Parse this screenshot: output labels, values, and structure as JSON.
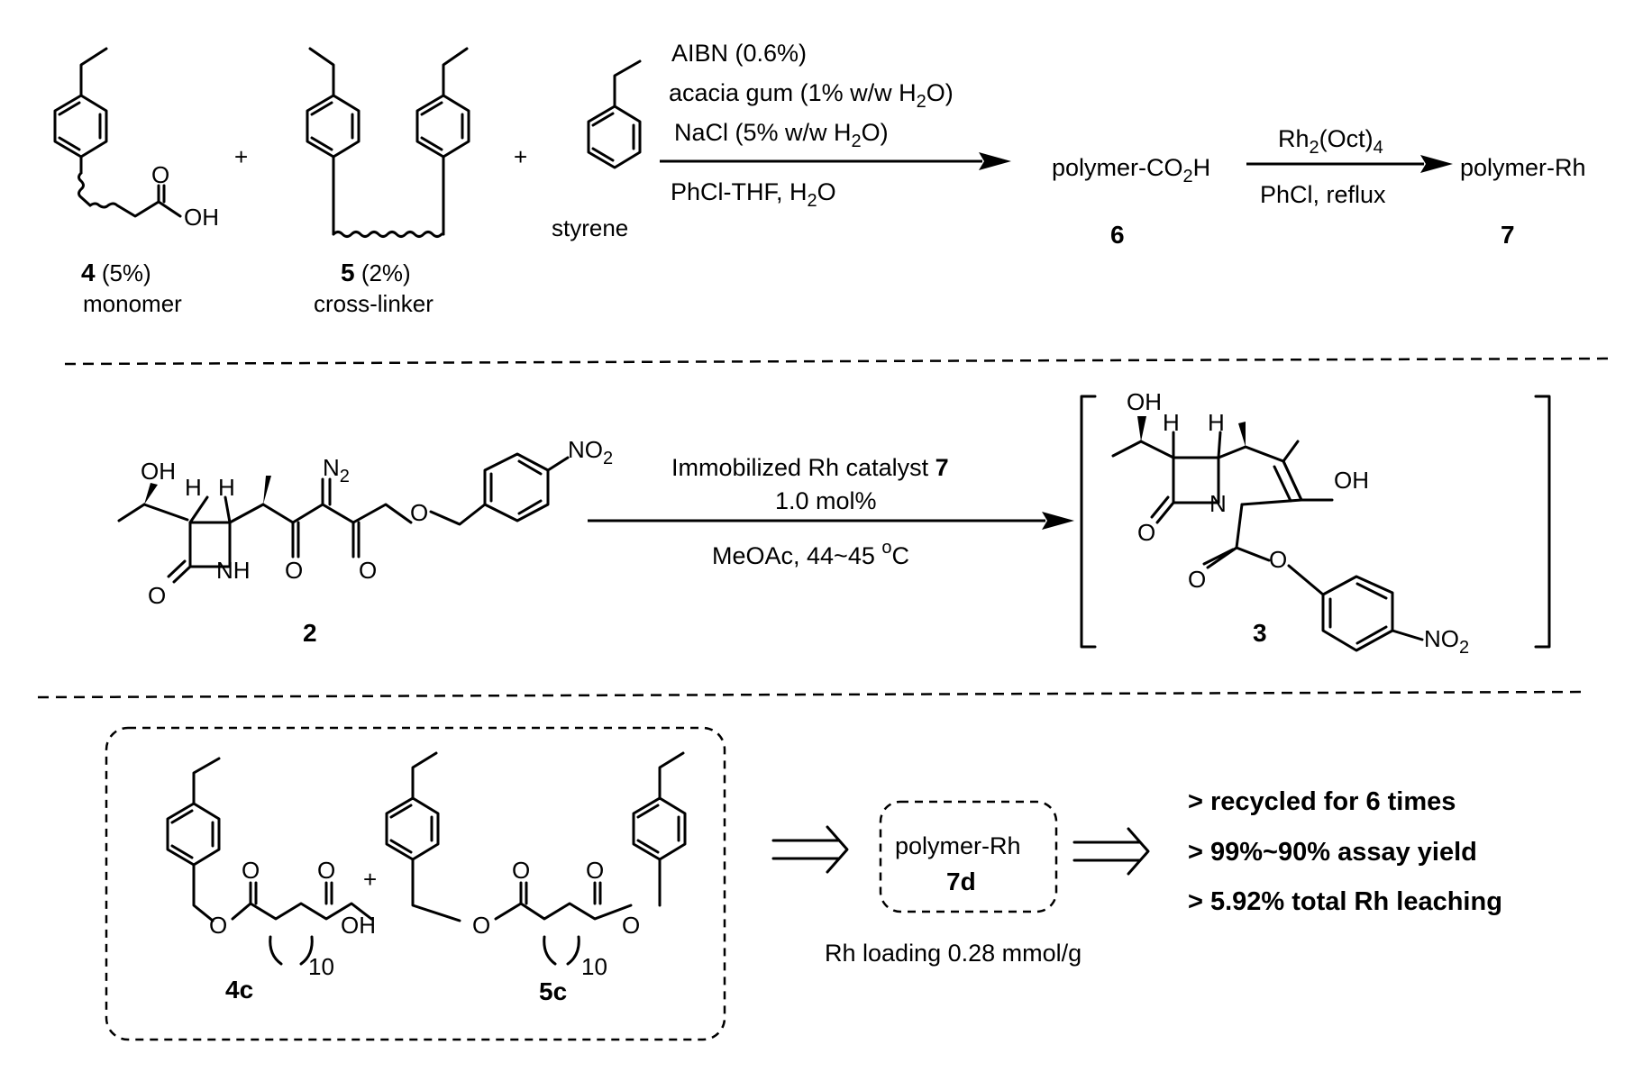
{
  "row1": {
    "plus": "+",
    "monomer": {
      "num": "4",
      "pct": "(5%)",
      "role": "monomer",
      "oh": "OH",
      "o": "O"
    },
    "crosslinker": {
      "num": "5",
      "pct": "(2%)",
      "role": "cross-linker"
    },
    "styrene": {
      "name": "styrene"
    },
    "conditions": {
      "l1": "AIBN (0.6%)",
      "l2_pre": "acacia gum (1% w/w H",
      "l2_sub": "2",
      "l2_post": "O)",
      "l3_pre": "NaCl (5% w/w H",
      "l3_sub": "2",
      "l3_post": "O)",
      "l4_pre": "PhCl-THF, H",
      "l4_sub": "2",
      "l4_post": "O"
    },
    "product6": {
      "pre": "polymer-CO",
      "sub": "2",
      "post": "H",
      "num": "6"
    },
    "step2": {
      "pre": "Rh",
      "sub": "2",
      "mid": "(Oct)",
      "sub2": "4",
      "below": "PhCl, reflux"
    },
    "product7": {
      "name": "polymer-Rh",
      "num": "7"
    }
  },
  "row2": {
    "compound2": {
      "num": "2",
      "oh": "OH",
      "h": "H",
      "nh": "NH",
      "o": "O",
      "n2": "N",
      "n2sub": "2",
      "no2": "NO",
      "no2sub": "2"
    },
    "conditions": {
      "l1_pre": "Immobilized Rh catalyst ",
      "l1_num": "7",
      "l2": "1.0 mol%",
      "l3_pre": "MeOAc, 44~45 ",
      "l3_sup": "o",
      "l3_post": "C"
    },
    "compound3": {
      "num": "3",
      "oh": "OH",
      "h": "H",
      "n": "N",
      "o": "O",
      "no2": "NO",
      "no2sub": "2"
    }
  },
  "row3": {
    "c4c": {
      "num": "4c",
      "o": "O",
      "oh": "OH",
      "n": "10"
    },
    "c5c": {
      "num": "5c",
      "o": "O",
      "n": "10"
    },
    "plus": "+",
    "product": {
      "name": "polymer-Rh",
      "num": "7d",
      "loading": "Rh loading 0.28 mmol/g"
    },
    "results": [
      "> recycled for 6 times",
      "> 99%~90% assay yield",
      "> 5.92% total Rh leaching"
    ]
  }
}
